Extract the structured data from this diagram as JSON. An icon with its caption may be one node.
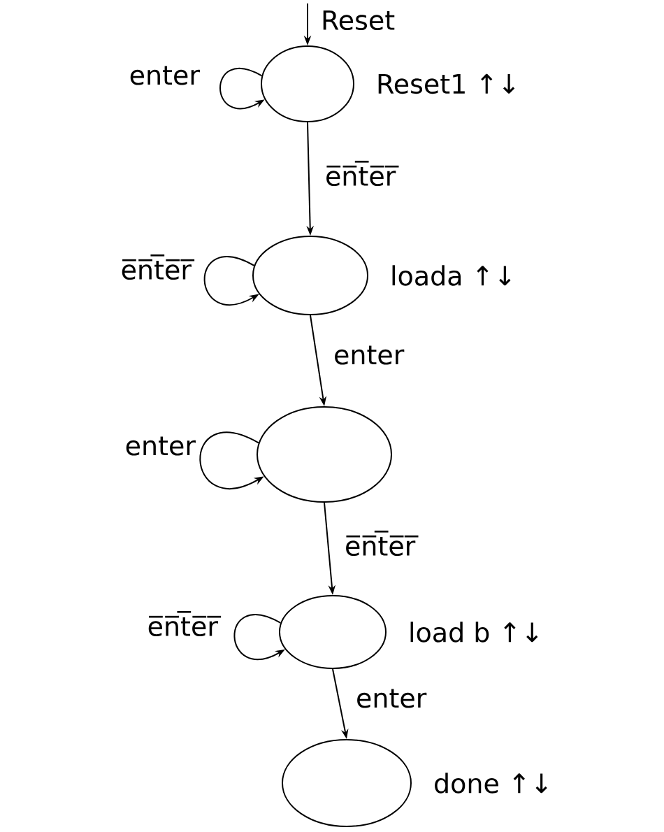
{
  "diagram": {
    "nodes": [
      {
        "text": [],
        "shape": "circle",
        "beside": [
          "Reset1 ↑↓"
        ]
      },
      {
        "text": [],
        "shape": "circle",
        "beside": [
          "loada ↑↓"
        ]
      },
      {
        "text": [],
        "shape": "circle"
      },
      {
        "text": [],
        "shape": "circle",
        "beside": [
          "load b ↑↓"
        ]
      },
      {
        "text": [],
        "shape": "circle",
        "beside": [
          "done ↑↓"
        ]
      }
    ],
    "edges": [
      {
        "from": null,
        "to": 0,
        "arrow": "to",
        "label": "Reset"
      },
      {
        "from": 0,
        "to": 0,
        "arrow": "to",
        "label": "enter"
      },
      {
        "from": 0,
        "to": 1,
        "arrow": "to",
        "label": "e̅n̅t̅e̅r̅"
      },
      {
        "from": 1,
        "to": 1,
        "arrow": "to",
        "label": "e̅n̅t̅e̅r̅"
      },
      {
        "from": 1,
        "to": 2,
        "arrow": "to",
        "label": "enter"
      },
      {
        "from": 2,
        "to": 2,
        "arrow": "to",
        "label": "enter"
      },
      {
        "from": 2,
        "to": 3,
        "arrow": "to",
        "label": "e̅n̅t̅e̅r̅"
      },
      {
        "from": 3,
        "to": 3,
        "arrow": "to",
        "label": "e̅n̅t̅e̅r̅"
      },
      {
        "from": 3,
        "to": 4,
        "arrow": "to",
        "label": "enter"
      }
    ]
  }
}
